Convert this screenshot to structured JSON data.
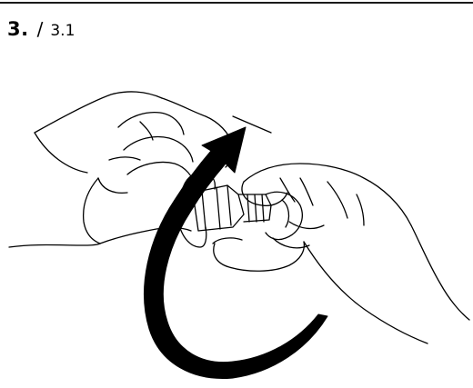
{
  "step": {
    "number": "3.",
    "separator": "/",
    "sub_step": "3.1"
  },
  "illustration": {
    "subject": "hand-tightening-fitting",
    "arrow_direction": "clockwise",
    "stroke_color": "#000000",
    "background_color": "#ffffff"
  }
}
